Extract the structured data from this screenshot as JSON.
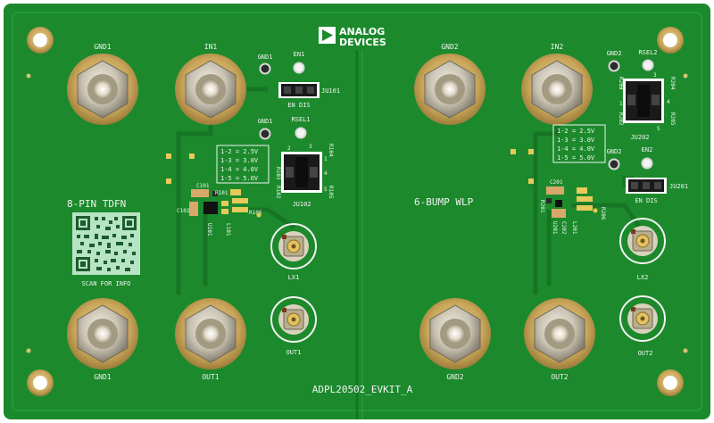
{
  "board": {
    "name": "ADPL20502_EVKIT_A",
    "logo_line1": "ANALOG",
    "logo_line2": "DEVICES",
    "colors": {
      "board": "#1c8a2c",
      "board_dark": "#167524",
      "silk": "#f2f2f2",
      "gold": "#c9a65a",
      "metal": "#c8c2b2"
    },
    "left_package": "8-PIN TDFN",
    "right_package": "6-BUMP WLP",
    "qr_caption": "SCAN FOR INFO"
  },
  "posts": {
    "gnd1_top": "GND1",
    "in1": "IN1",
    "gnd1_bottom": "GND1",
    "out1": "OUT1",
    "gnd2_top": "GND2",
    "in2": "IN2",
    "gnd2_bottom": "GND2",
    "out2": "OUT2"
  },
  "left_circuit": {
    "gnd1_a": "GND1",
    "en1": "EN1",
    "ju101": "JU101",
    "en_dis": "EN DIS",
    "gnd1_b": "GND1",
    "rsel1": "RSEL1",
    "table": [
      "1-2 = 2.5V",
      "1-3 = 3.0V",
      "1-4 = 4.0V",
      "1-5 = 5.0V"
    ],
    "ju102": "JU102",
    "r103": "R103",
    "r104": "R104",
    "r102": "R102",
    "r105": "R105",
    "c101": "C101",
    "r101": "R101",
    "c102": "C102",
    "r106": "R106",
    "u101": "U101",
    "l101": "L101",
    "lx1": "LX1",
    "out1_sma": "OUT1",
    "pins": [
      "1",
      "2",
      "3",
      "4",
      "5"
    ]
  },
  "right_circuit": {
    "gnd2_a": "GND2",
    "rsel2": "RSEL2",
    "r203": "R203",
    "r204": "R204",
    "r202": "R202",
    "r205": "R205",
    "ju202": "JU202",
    "table": [
      "1-2 = 2.5V",
      "1-3 = 3.0V",
      "1-4 = 4.0V",
      "1-5 = 5.0V"
    ],
    "gnd2_b": "GND2",
    "en2": "EN2",
    "ju201": "JU201",
    "en_dis": "EN DIS",
    "c201": "C201",
    "r201": "R201",
    "u201": "U201",
    "c202": "C202",
    "l201": "L201",
    "r206": "R206",
    "lx2": "LX2",
    "out2_sma": "OUT2",
    "pins": [
      "1",
      "2",
      "3",
      "4",
      "5"
    ]
  }
}
